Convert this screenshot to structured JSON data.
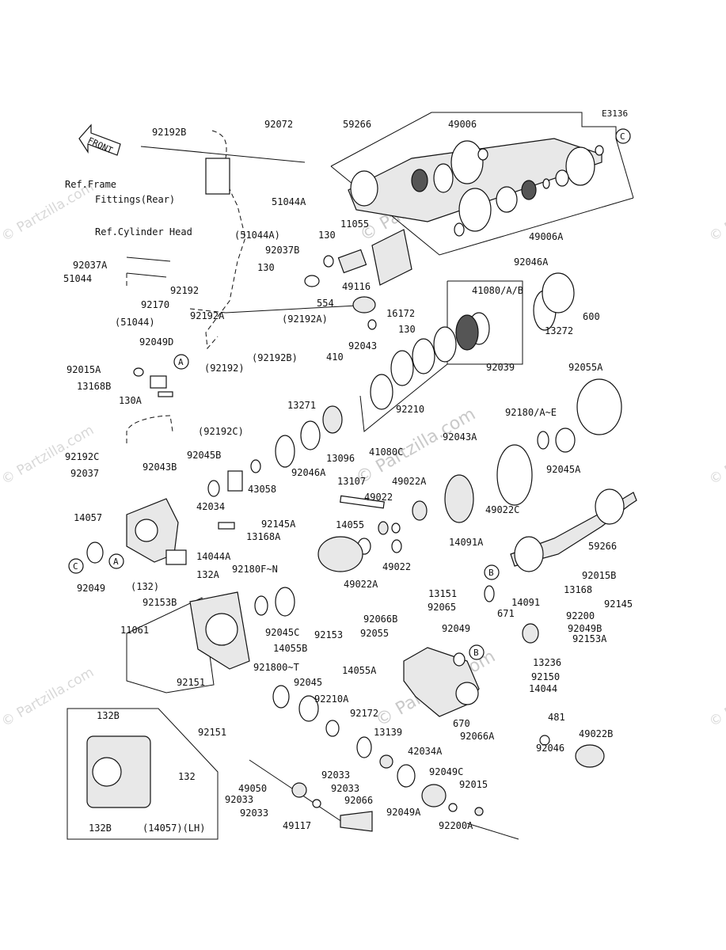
{
  "diagram_code": "E3136",
  "watermark": "© Partzilla.com",
  "front_arrow": "FRONT",
  "refs": {
    "frame_line1": "Ref.Frame",
    "frame_line2": "Fittings(Rear)",
    "cylinder_head": "Ref.Cylinder Head"
  },
  "callouts": [
    "A",
    "B",
    "C"
  ],
  "inset_labels": [
    "132B",
    "132",
    "132B",
    "(14057)(LH)"
  ],
  "part_labels": [
    "92072",
    "59266",
    "49006",
    "92192B",
    "51044A",
    "(51044A)",
    "11055",
    "49116",
    "92037B",
    "130",
    "130",
    "92037A",
    "51044",
    "92170",
    "92192",
    "(51044)",
    "92192A",
    "(92192A)",
    "(92192B)",
    "(92192)",
    "554",
    "410",
    "92043",
    "16172",
    "130",
    "41080/A/B",
    "92046A",
    "600",
    "13272",
    "49006A",
    "92039",
    "92049D",
    "92015A",
    "13168B",
    "130A",
    "92210",
    "41080C",
    "13271",
    "92046A",
    "13096",
    "92055A",
    "92180/A~E",
    "92045A",
    "(92192C)",
    "92192C",
    "92043B",
    "92037",
    "92045B",
    "42034",
    "43058",
    "92043A",
    "13107",
    "49022A",
    "49022",
    "49022C",
    "14057",
    "92145A",
    "13168A",
    "14044A",
    "132A",
    "(132)",
    "92049",
    "14055",
    "14091A",
    "59266",
    "49022A",
    "49022",
    "92180F~N",
    "92153B",
    "92045C",
    "92153",
    "13151",
    "92065",
    "92015B",
    "13168",
    "14091",
    "92145",
    "671",
    "92200",
    "92049B",
    "92153A",
    "92066B",
    "92055",
    "92049",
    "11061",
    "14055B",
    "13236",
    "14055A",
    "92150",
    "14044",
    "92151",
    "921800~T",
    "92045",
    "92210A",
    "92151",
    "92172",
    "670",
    "92066A",
    "13139",
    "481",
    "49022B",
    "92033",
    "42034A",
    "92046",
    "49050",
    "92033",
    "92033",
    "92033",
    "92049C",
    "92015",
    "92066",
    "49117",
    "92049A",
    "92200A"
  ]
}
